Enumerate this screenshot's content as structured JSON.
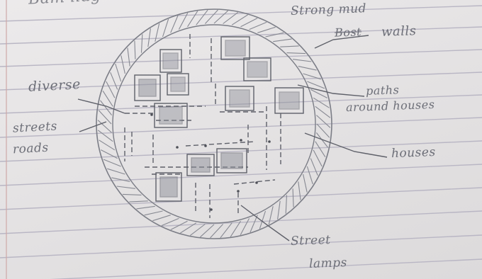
{
  "page": {
    "heading_partial": "Bam llag"
  },
  "labels": {
    "walls_line1": "Strong mud",
    "walls_line2_struck": "Bost",
    "walls_line2": "walls",
    "paths_line1": "paths",
    "paths_line2": "around houses",
    "roads_line1": "diverse",
    "roads_line2": "streets",
    "roads_line3": "roads",
    "houses": "houses",
    "lamps_line1": "Street",
    "lamps_line2": "lamps"
  },
  "colors": {
    "paper": "#e7e5e6",
    "rule_line": "#b9b6c4",
    "margin_line": "#cfa9a8",
    "pencil": "#6d6f78"
  }
}
